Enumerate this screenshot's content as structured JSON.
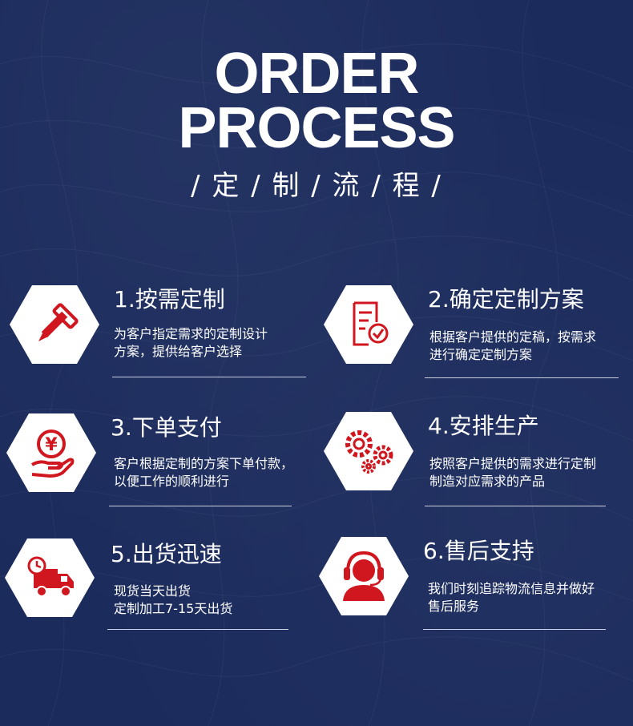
{
  "header": {
    "title_line1": "ORDER",
    "title_line2": "PROCESS",
    "subtitle": "/ 定 / 制 / 流 / 程 /"
  },
  "colors": {
    "background": "#1b2b5c",
    "accent": "#d0161e",
    "text": "#ffffff"
  },
  "steps": [
    {
      "title": "1.按需定制",
      "desc_line1": "为客户指定需求的定制设计",
      "desc_line2": "方案，提供给客户选择",
      "icon": "pencil-ruler-icon"
    },
    {
      "title": "2.确定定制方案",
      "desc_line1": "根据客户提供的定稿，按需求",
      "desc_line2": "进行确定定制方案",
      "icon": "document-check-icon"
    },
    {
      "title": "3.下单支付",
      "desc_line1": "客户根据定制的方案下单付款，",
      "desc_line2": "以便工作的顺利进行",
      "icon": "yuan-hand-icon"
    },
    {
      "title": "4.安排生产",
      "desc_line1": "按照客户提供的需求进行定制",
      "desc_line2": "制造对应需求的产品",
      "icon": "gears-icon"
    },
    {
      "title": "5.出货迅速",
      "desc_line1": "现货当天出货",
      "desc_line2": "定制加工7-15天出货",
      "icon": "delivery-truck-icon"
    },
    {
      "title": "6.售后支持",
      "desc_line1": "我们时刻追踪物流信息并做好",
      "desc_line2": "售后服务",
      "icon": "customer-service-icon"
    }
  ]
}
